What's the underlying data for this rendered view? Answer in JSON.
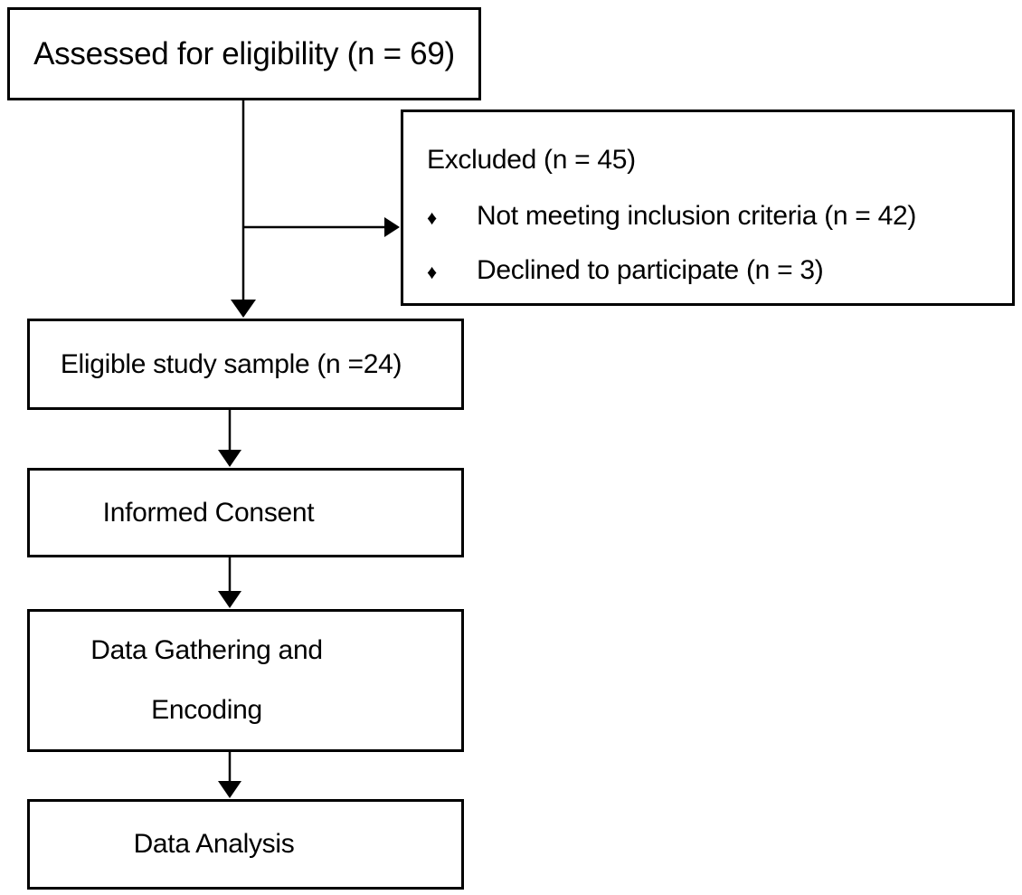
{
  "flowchart": {
    "type": "study-enrollment-flow-diagram",
    "colors": {
      "line": "#000000",
      "text": "#000000",
      "background": "#ffffff"
    },
    "nodes": {
      "assessed": {
        "label": "Assessed for eligibility (n = 69)"
      },
      "excluded": {
        "title": "Excluded (n = 45)",
        "bullet_glyph": "♦",
        "bullets": [
          "Not meeting inclusion criteria (n = 42)",
          "Declined to participate (n = 3)"
        ]
      },
      "eligible": {
        "label": "Eligible study sample (n =24)"
      },
      "informed_consent": {
        "label": "Informed Consent"
      },
      "data_gathering": {
        "lines": [
          "Data Gathering and",
          "Encoding"
        ]
      },
      "data_analysis": {
        "label": "Data Analysis"
      }
    },
    "edges": [
      {
        "from": "assessed",
        "to": "eligible",
        "direction": "down"
      },
      {
        "from": "assessed",
        "to": "excluded",
        "direction": "right"
      },
      {
        "from": "eligible",
        "to": "informed_consent",
        "direction": "down"
      },
      {
        "from": "informed_consent",
        "to": "data_gathering",
        "direction": "down"
      },
      {
        "from": "data_gathering",
        "to": "data_analysis",
        "direction": "down"
      }
    ]
  }
}
